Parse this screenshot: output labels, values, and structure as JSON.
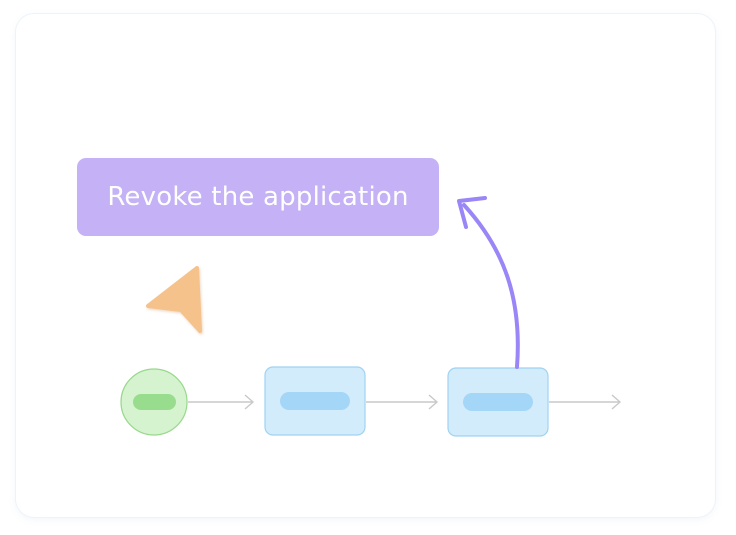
{
  "callout": {
    "text": "Revoke the application"
  },
  "flow": {
    "nodes": [
      {
        "shape": "circle",
        "kind": "start",
        "fill": "#d5f3cf",
        "stroke": "#98d88d",
        "pill": "#98dd8d"
      },
      {
        "shape": "rounded-rect",
        "kind": "step",
        "fill": "#d3ecfb",
        "stroke": "#9fd3f2",
        "pill": "#a4d6f8"
      },
      {
        "shape": "rounded-rect",
        "kind": "step",
        "fill": "#d3ecfb",
        "stroke": "#9fd3f2",
        "pill": "#a4d6f8"
      }
    ],
    "connector_color": "#c9c9c9",
    "return_arrow_color": "#9a86f6"
  },
  "colors": {
    "callout_bg": "#c4b1f6",
    "cursor": "#f5c28c"
  },
  "icons": {
    "pointer": "cursor-arrow-icon"
  }
}
